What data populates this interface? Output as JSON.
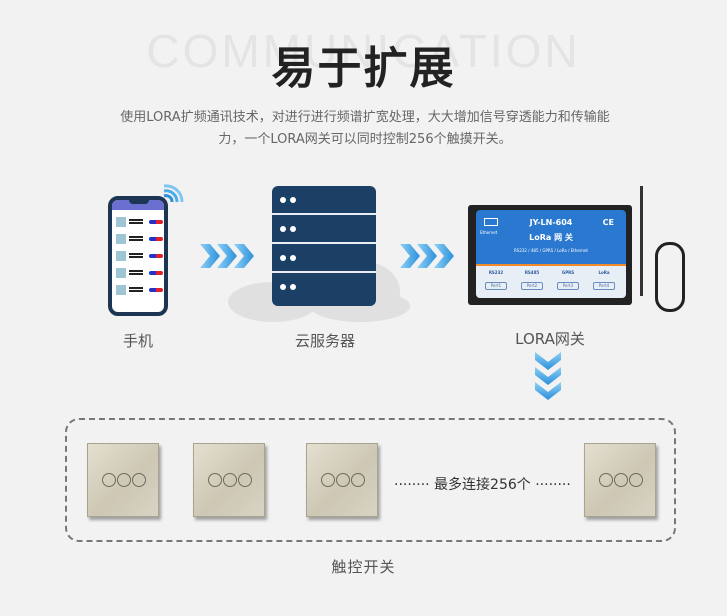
{
  "header": {
    "bg_word": "COMMUNICATION",
    "title": "易于扩展",
    "description_line1": "使用LORA扩频通讯技术，对进行进行频谱扩宽处理，大大增加信号穿透能力和传输能",
    "description_line2": "力，一个LORA网关可以同时控制256个触摸开关。"
  },
  "flow": {
    "nodes": [
      {
        "label": "手机",
        "icon": "smartphone-icon"
      },
      {
        "label": "云服务器",
        "icon": "cloud-server-icon"
      },
      {
        "label": "LORA网关",
        "icon": "lora-gateway-device"
      }
    ],
    "gateway": {
      "model": "JY-LN-604",
      "name": "LoRa 网 关",
      "interfaces": "RS232 / 485 / GPRS / LoRa / Ethernet",
      "ethernet_label": "Ethernet",
      "ce_mark": "CE",
      "ports": [
        {
          "label": "RS232",
          "port": "Port1"
        },
        {
          "label": "RS485",
          "port": "Port2"
        },
        {
          "label": "GPRS",
          "port": "Port3"
        },
        {
          "label": "LoRa",
          "port": "Port4"
        }
      ]
    },
    "arrow_color": "#3ba3e8"
  },
  "switches": {
    "count_visible": 4,
    "more_text": "········ 最多连接256个 ········",
    "footer_label": "触控开关"
  }
}
